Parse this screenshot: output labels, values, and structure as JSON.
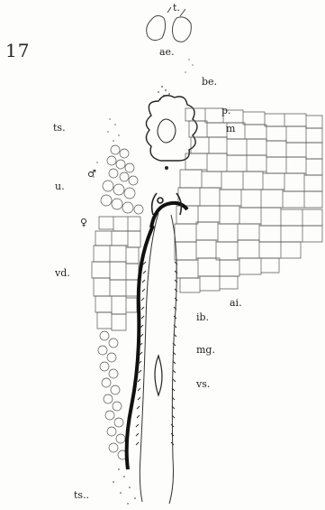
{
  "figure": {
    "number": "17"
  },
  "labels": {
    "t": "t.",
    "ae": "ae.",
    "be": "be.",
    "p": "p.",
    "m": "m",
    "ts_top": "ts.",
    "male": "♂",
    "u": "u.",
    "female": "♀",
    "vd": "vd.",
    "ai": "ai.",
    "ib": "ib.",
    "mg": "mg.",
    "vs": "vs.",
    "ts_bottom": "ts.."
  },
  "colors": {
    "ink": "#222222",
    "paper": "#fdfdfb",
    "cell": "#555555"
  }
}
